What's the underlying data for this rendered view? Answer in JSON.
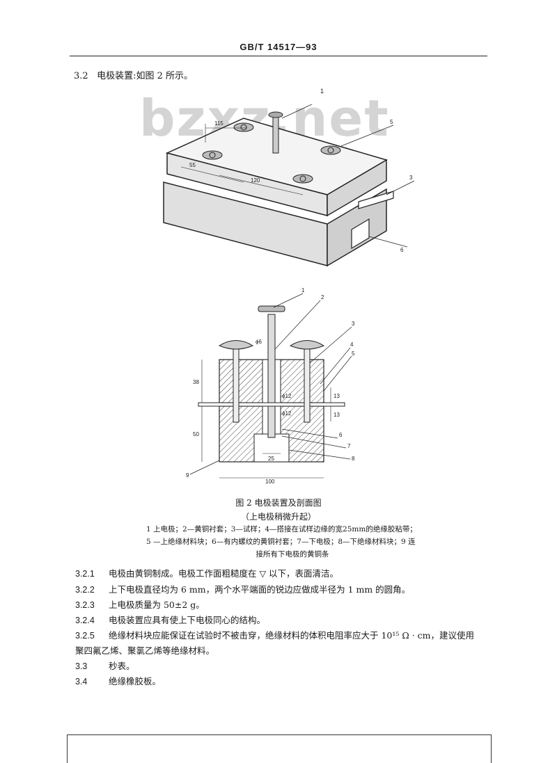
{
  "header": {
    "standard": "GB/T 14517—93"
  },
  "section": {
    "number": "3.2",
    "title": "电极装置:如图 2 所示。"
  },
  "watermark": "bzxz.net",
  "figure_top": {
    "labels": [
      "1",
      "5",
      "3",
      "6"
    ],
    "dims": [
      "115",
      "55",
      "120"
    ]
  },
  "figure_bottom": {
    "labels": [
      "1",
      "2",
      "3",
      "4",
      "5",
      "6",
      "7",
      "8",
      "9"
    ],
    "dims": [
      "ϕ6",
      "ϕ12",
      "ϕ12",
      "38",
      "50",
      "13",
      "13",
      "25",
      "100"
    ]
  },
  "caption": {
    "title": "图 2   电极装置及剖面图",
    "subtitle": "（上电极稍微升起）",
    "legend_line1": "1   上电极；2—黄铜衬套；3—试样；4—搭接在试样边缘的宽25mm的绝缘胶粘带；",
    "legend_line2": "5 —上绝缘材料块；6—有内螺纹的黄铜衬套；7—下电极；8—下绝缘材料块；9   连",
    "legend_line3": "接所有下电极的黄铜条"
  },
  "paragraphs": [
    {
      "num": "3.2.1",
      "text": "电极由黄铜制成。电极工作面粗糙度在 ▽ 以下，表面清洁。"
    },
    {
      "num": "3.2.2",
      "text": "上下电极直径均为 6 mm，两个水平端面的锐边应做成半径为 1 mm 的圆角。"
    },
    {
      "num": "3.2.3",
      "text": "上电极质量为 50±2 g。"
    },
    {
      "num": "3.2.4",
      "text": "电极装置应具有使上下电极同心的结构。"
    },
    {
      "num": "3.2.5",
      "text": "绝缘材料块应能保证在试验时不被击穿，绝缘材料的体积电阻率应大于 10¹⁵ Ω · cm，建议使用"
    },
    {
      "num": "",
      "text": "聚四氟乙烯、聚氯乙烯等绝缘材料。"
    },
    {
      "num": "3.3",
      "text": "秒表。"
    },
    {
      "num": "3.4",
      "text": "绝缘橡胶板。"
    }
  ]
}
